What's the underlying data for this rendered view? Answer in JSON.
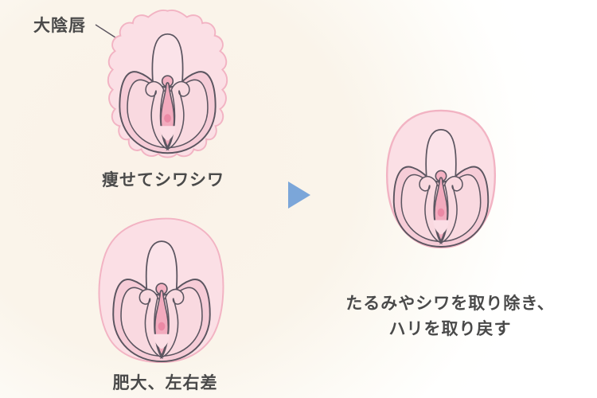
{
  "figure": {
    "annotation_label": "大陰唇",
    "before_top_caption": "痩せてシワシワ",
    "before_bottom_caption": "肥大、左右差",
    "after_caption_line1": "たるみやシワを取り除き、",
    "after_caption_line2": "ハリを取り戻す"
  },
  "palette": {
    "background_cream": "#FAF2E8",
    "background_white": "#FFFFFF",
    "text": "#4A4A4A",
    "arrow_blue": "#7BA6D9",
    "outer_skin_fill": "#FBDFE5",
    "outer_skin_rim": "#F2B3C3",
    "labia_majora_fill": "#F6CCD7",
    "inner_ring_fill": "#F9D9E0",
    "hood_fill": "#FBE3E9",
    "glans_fill": "#F4B2C3",
    "vestibule_fill": "#F2ABBE",
    "urethra_dot": "#EB89A5",
    "opening_fill": "#FBDEE5",
    "line_outline": "#5B5560"
  }
}
